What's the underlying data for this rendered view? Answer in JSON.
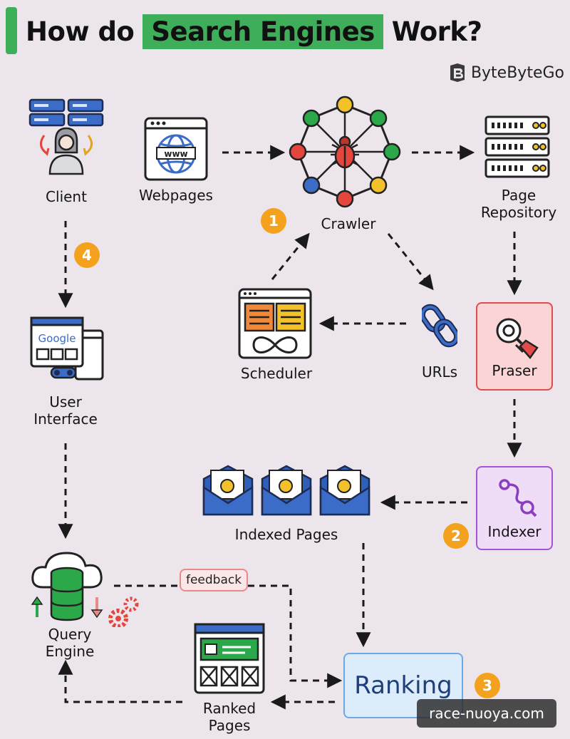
{
  "title": {
    "before": "How do",
    "highlight": "Search Engines",
    "after": "Work?"
  },
  "brand": {
    "name": "ByteByteGo",
    "icon": "bytebytego-logo-icon"
  },
  "nodes": {
    "client": "Client",
    "webpages": "Webpages",
    "crawler": "Crawler",
    "page_repository_line1": "Page",
    "page_repository_line2": "Repository",
    "scheduler": "Scheduler",
    "urls": "URLs",
    "praser": "Praser",
    "user_interface_line1": "User",
    "user_interface_line2": "Interface",
    "indexed_pages": "Indexed Pages",
    "indexer": "Indexer",
    "query_engine_line1": "Query",
    "query_engine_line2": "Engine",
    "ranked_pages_line1": "Ranked",
    "ranked_pages_line2": "Pages",
    "ranking": "Ranking",
    "feedback": "feedback"
  },
  "icon_text": {
    "www": "www",
    "google": "Google"
  },
  "steps": {
    "one": "1",
    "two": "2",
    "three": "3",
    "four": "4"
  },
  "colors": {
    "background": "#ece6ec",
    "accent_green": "#3fae5a",
    "badge_orange": "#f4a21d",
    "praser_fill": "#fbd5d5",
    "praser_border": "#e24b4b",
    "indexer_fill": "#efdcf7",
    "indexer_border": "#a455d6",
    "ranking_fill": "#dcecfb",
    "ranking_border": "#6aaae8"
  },
  "watermark": "race-nuoya.com"
}
